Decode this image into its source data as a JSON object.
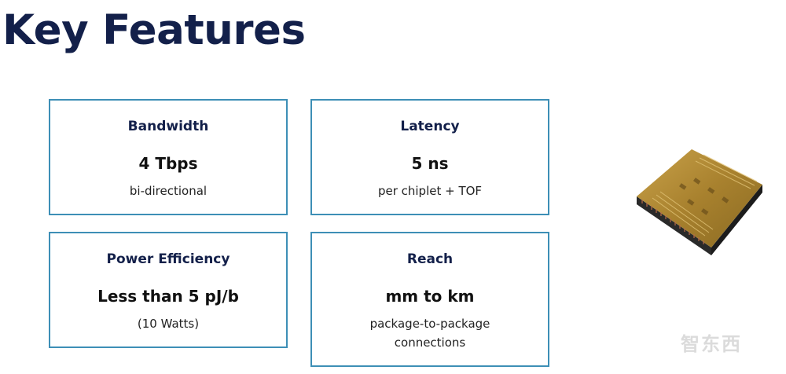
{
  "title": "Key Features",
  "cards": [
    {
      "heading": "Bandwidth",
      "value": "4 Tbps",
      "sub": "bi-directional"
    },
    {
      "heading": "Latency",
      "value": "5 ns",
      "sub": "per chiplet + TOF"
    },
    {
      "heading": "Power Efficiency",
      "value": "Less than 5 pJ/b",
      "sub": "(10 Watts)"
    },
    {
      "heading": "Reach",
      "value": "mm to km",
      "sub_line1": "package-to-package",
      "sub_line2": "connections"
    }
  ],
  "watermark": "智东西",
  "colors": {
    "title": "#13204a",
    "card_border": "#3d8fb6"
  }
}
